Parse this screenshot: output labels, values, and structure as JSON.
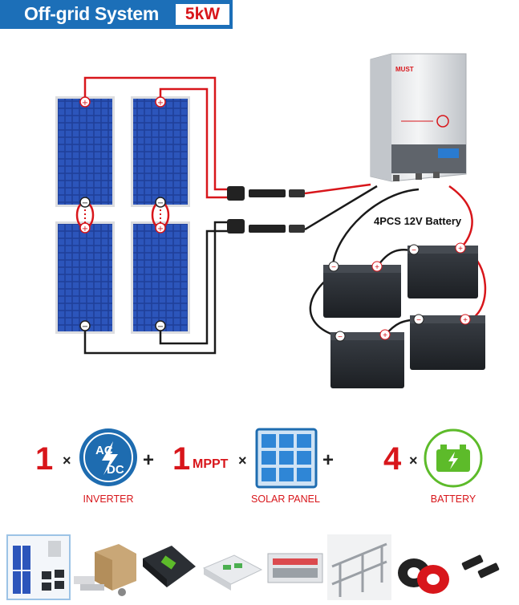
{
  "header": {
    "title": "Off-grid System",
    "power": "5kW"
  },
  "inverter": {
    "brand": "MUST"
  },
  "battery_label": "4PCS 12V Battery",
  "equation": {
    "inverter_qty": "1",
    "mppt_qty": "1",
    "mppt_label": "MPPT",
    "battery_qty": "4",
    "times": "×",
    "plus": "+",
    "inverter_caption": "INVERTER",
    "solar_caption": "SOLAR PANEL",
    "battery_caption": "BATTERY",
    "ac_label": "AC",
    "dc_label": "DC"
  },
  "colors": {
    "banner": "#1c6fb8",
    "accent_red": "#d8161b",
    "inverter_icon": "#1e6cb0",
    "battery_icon": "#5dbb2a"
  },
  "icons": [
    "ac-dc-icon",
    "solar-panel-icon",
    "battery-icon"
  ],
  "product_strip": [
    "system-photo",
    "mounting-kit-photo",
    "inverter-photo",
    "combiner-box-photo",
    "distribution-box-photo",
    "mounting-rack-photo",
    "pv-cable-photo",
    "mc4-connector-photo"
  ]
}
